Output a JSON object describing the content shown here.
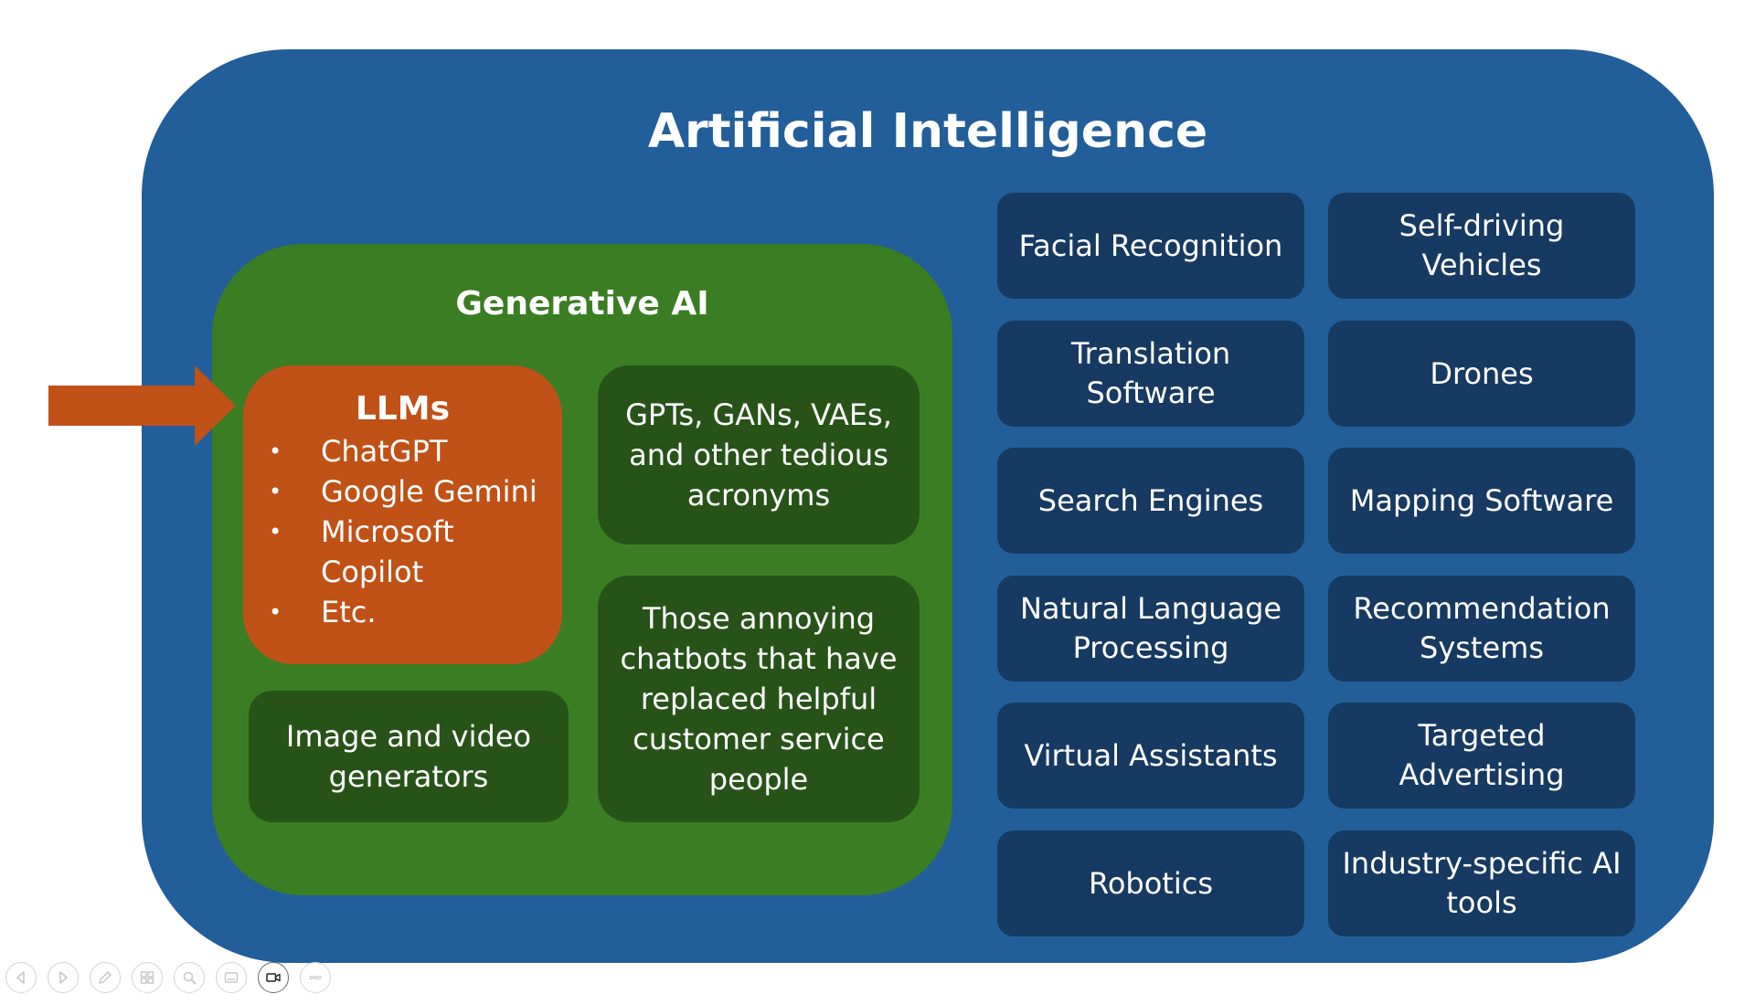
{
  "slide": {
    "title": "Artificial Intelligence",
    "generative": {
      "title": "Generative AI",
      "llms": {
        "title": "LLMs",
        "items": [
          "ChatGPT",
          "Google Gemini",
          "Microsoft",
          "Copilot",
          "Etc."
        ]
      },
      "boxes": {
        "acronyms": "GPTs, GANs, VAEs, and other tedious acronyms",
        "chatbots": "Those annoying chatbots that have replaced  helpful customer service people",
        "image_video": "Image and video generators"
      }
    },
    "applications": [
      "Facial Recognition",
      "Self-driving Vehicles",
      "Translation Software",
      "Drones",
      "Search Engines",
      "Mapping Software",
      "Natural Language Processing",
      "Recommendation Systems",
      "Virtual Assistants",
      "Targeted Advertising",
      "Robotics",
      "Industry-specific AI tools"
    ],
    "colors": {
      "ai_blue": "#225e99",
      "generative_green": "#3b7d23",
      "dark_green": "#275318",
      "llm_orange": "#c05117",
      "application_navy": "#163a61"
    }
  },
  "toolbar": {
    "buttons": [
      {
        "icon": "previous-icon"
      },
      {
        "icon": "next-icon"
      },
      {
        "icon": "pen-icon"
      },
      {
        "icon": "slides-grid-icon"
      },
      {
        "icon": "zoom-icon"
      },
      {
        "icon": "subtitles-icon"
      },
      {
        "icon": "camera-icon"
      },
      {
        "icon": "more-options-icon"
      }
    ]
  }
}
